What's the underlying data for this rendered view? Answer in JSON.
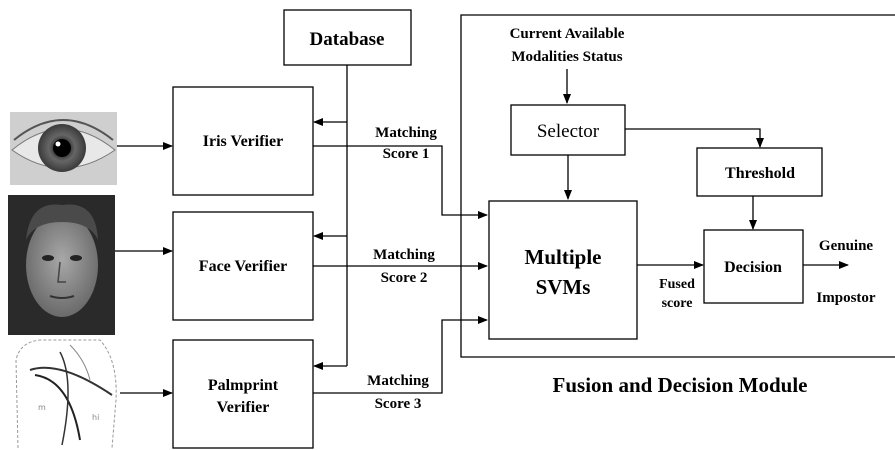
{
  "nodes": {
    "database": "Database",
    "iris_verifier": "Iris Verifier",
    "face_verifier": "Face Verifier",
    "palmprint_verifier": [
      "Palmprint",
      "Verifier"
    ],
    "selector": "Selector",
    "threshold": "Threshold",
    "svms": [
      "Multiple",
      "SVMs"
    ],
    "decision": "Decision"
  },
  "labels": {
    "modalities_status": [
      "Current Available",
      "Modalities Status"
    ],
    "score1": [
      "Matching",
      "Score 1"
    ],
    "score2": [
      "Matching",
      "Score 2"
    ],
    "score3": [
      "Matching",
      "Score 3"
    ],
    "fused": [
      "Fused",
      "score"
    ],
    "genuine": "Genuine",
    "impostor": "Impostor",
    "module_title": "Fusion and Decision Module"
  },
  "images": {
    "eye": "eye-photo",
    "face": "face-photo",
    "palm": "palmprint-sketch"
  }
}
